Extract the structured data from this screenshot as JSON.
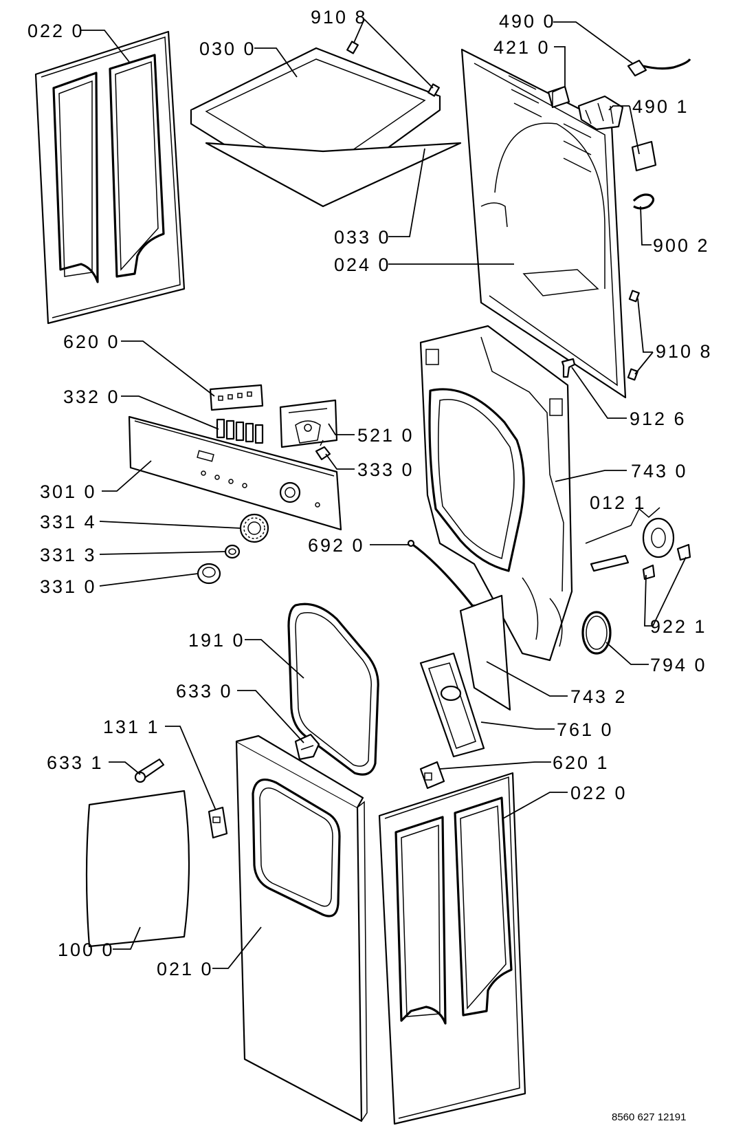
{
  "labels": {
    "p022_top": "022 0",
    "p030": "030 0",
    "p910_top": "910 8",
    "p490_0": "490 0",
    "p421": "421 0",
    "p490_1": "490 1",
    "p900": "900 2",
    "p033": "033 0",
    "p024": "024 0",
    "p910_right": "910 8",
    "p620_0": "620 0",
    "p332": "332 0",
    "p521": "521 0",
    "p912": "912 6",
    "p333": "333 0",
    "p743_0": "743 0",
    "p301": "301 0",
    "p012": "012 1",
    "p331_4": "331 4",
    "p692": "692 0",
    "p331_3": "331 3",
    "p331_0": "331 0",
    "p922": "922 1",
    "p191": "191 0",
    "p794": "794 0",
    "p743_2": "743 2",
    "p633_0": "633 0",
    "p761": "761 0",
    "p131": "131 1",
    "p620_1": "620 1",
    "p633_1": "633 1",
    "p022_bottom": "022 0",
    "p100": "100 0",
    "p021": "021 0"
  },
  "reference_number": "8560 627 12191"
}
